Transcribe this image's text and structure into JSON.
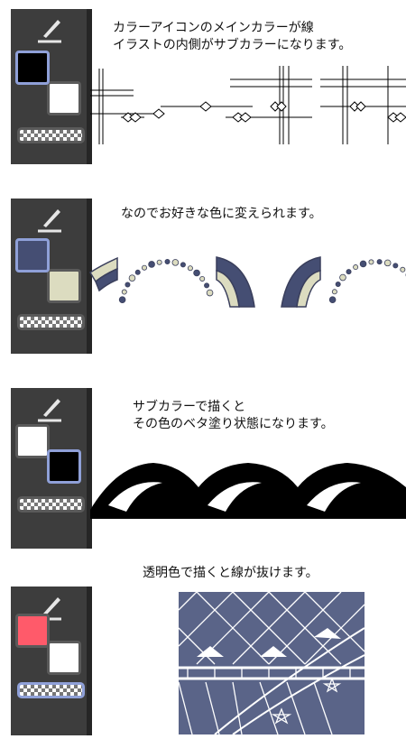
{
  "sections": [
    {
      "caption_lines": [
        "カラーアイコンのメインカラーが線",
        "イラストの内側がサブカラーになります。"
      ],
      "main_color": "#000000",
      "sub_color": "#ffffff",
      "selected": "main"
    },
    {
      "caption_lines": [
        "なのでお好きな色に変えられます。"
      ],
      "main_color": "#454e73",
      "sub_color": "#dcdcc0",
      "selected": "main"
    },
    {
      "caption_lines": [
        "サブカラーで描くと",
        "その色のベタ塗り状態になります。"
      ],
      "main_color": "#ffffff",
      "sub_color": "#000000",
      "selected": "sub"
    },
    {
      "caption_lines": [
        "透明色で描くと線が抜けます。"
      ],
      "main_color": "#ff5a6a",
      "sub_color": "#ffffff",
      "selected": "transparent"
    }
  ],
  "icons": {
    "tool": "pen-icon",
    "transparent": "transparent-color-icon"
  },
  "colors": {
    "panel_bg": "#3d3d3d",
    "selection": "#8fa0d8",
    "navy": "#5a6488",
    "cream": "#dcdcc0"
  }
}
